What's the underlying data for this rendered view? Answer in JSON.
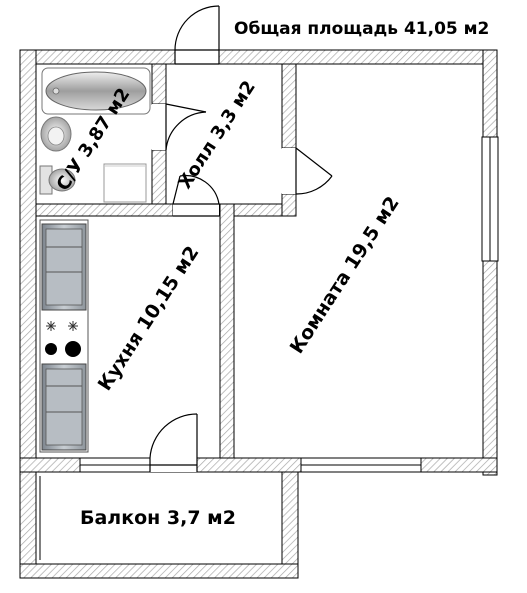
{
  "plan": {
    "total_area": "Общая площадь 41,05 м2",
    "rooms": {
      "bathroom": "С/У 3,87 м2",
      "hall": "Холл 3,3 м2",
      "room": "Комната 19,5 м2",
      "kitchen": "Кухня 10,15 м2",
      "balcony": "Балкон 3,7 м2"
    }
  },
  "colors": {
    "wall_hatch": "#c8c8c8",
    "fixture_gray": "#b8b8b8",
    "appliance": "#9aa2ab"
  },
  "icons": [
    "bathtub-icon",
    "sink-icon",
    "toilet-icon",
    "stove-burner-icon",
    "stove-icon",
    "cabinet-icon",
    "door-icon",
    "window-icon"
  ]
}
